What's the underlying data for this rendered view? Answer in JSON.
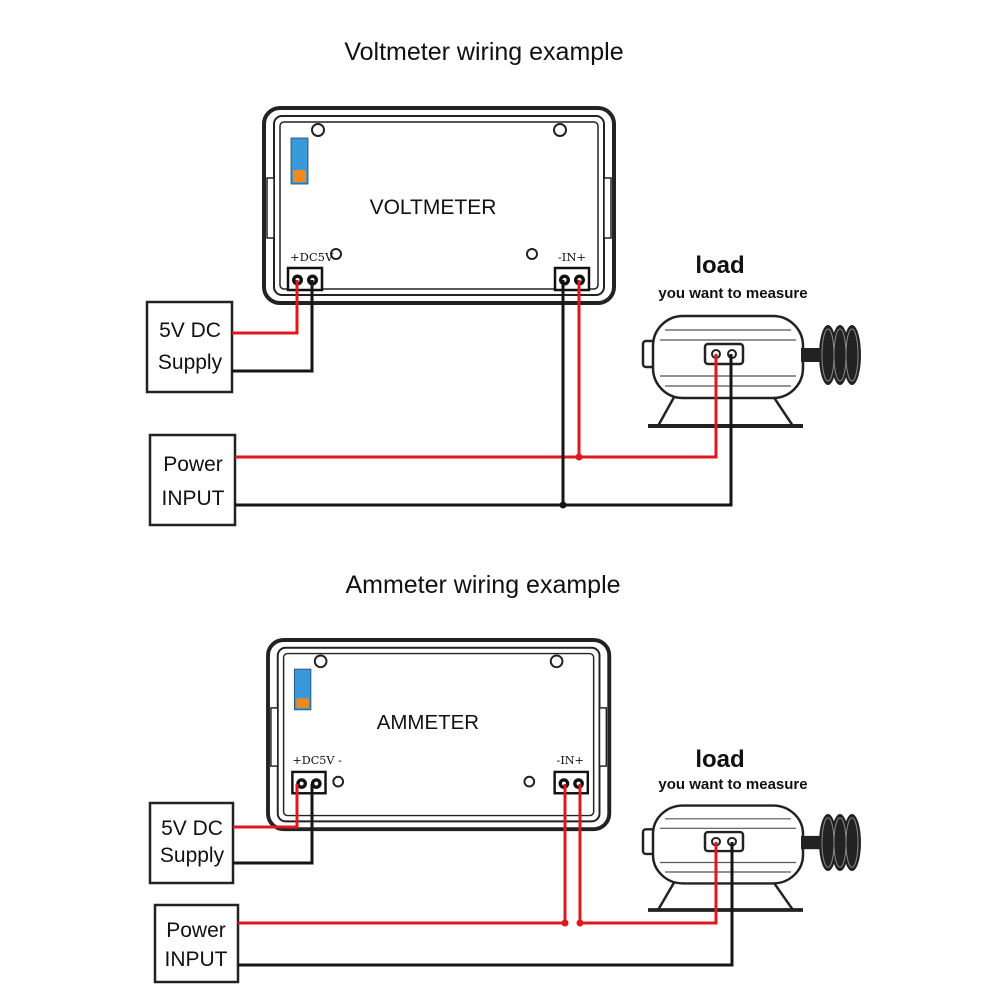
{
  "voltmeter_section": {
    "title": "Voltmeter wiring example",
    "meter_name": "VOLTMETER",
    "dc_terminal_label": "+DC5V  -",
    "in_terminal_label": "-IN+",
    "supply_line1": "5V DC",
    "supply_line2": "Supply",
    "power_line1": "Power",
    "power_line2": "INPUT",
    "load_title": "load",
    "load_subtitle": "you want to measure"
  },
  "ammeter_section": {
    "title": "Ammeter wiring example",
    "meter_name": "AMMETER",
    "dc_terminal_label": "+DC5V  -",
    "in_terminal_label": "-IN+",
    "supply_line1": "5V DC",
    "supply_line2": "Supply",
    "power_line1": "Power",
    "power_line2": "INPUT",
    "load_title": "load",
    "load_subtitle": "you want to measure"
  },
  "colors": {
    "positive_wire": "#e0181c",
    "negative_wire": "#151515",
    "switch_blue": "#3a9ad9",
    "switch_orange": "#f08a1c"
  }
}
